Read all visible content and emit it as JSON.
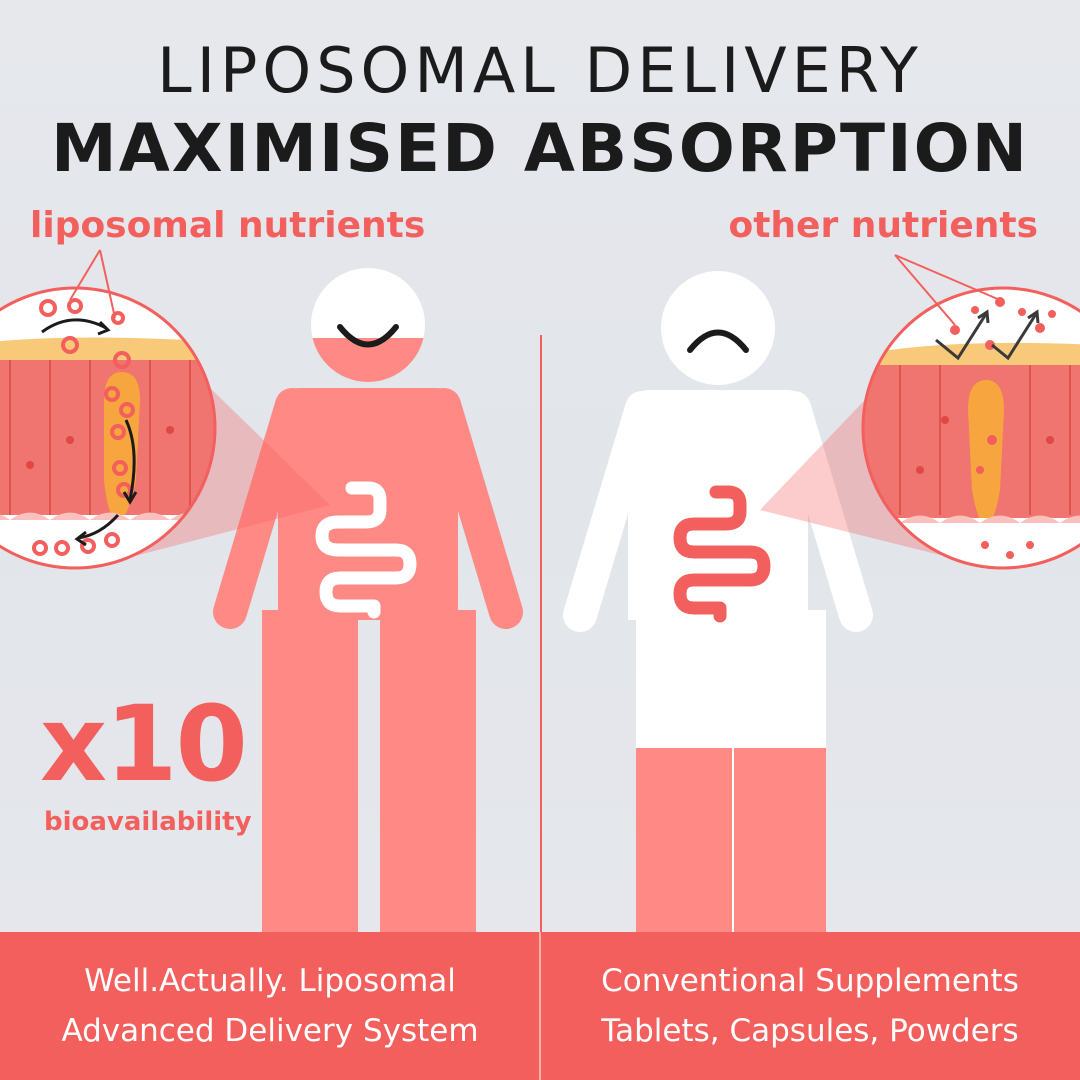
{
  "title": {
    "line1": "LIPOSOMAL DELIVERY",
    "line2": "MAXIMISED ABSORPTION"
  },
  "left": {
    "label": "liposomal nutrients",
    "stat_value": "x10",
    "stat_label": "bioavailability",
    "footer": [
      "Well.Actually. Liposomal",
      "Advanced Delivery System"
    ]
  },
  "right": {
    "label": "other nutrients",
    "footer": [
      "Conventional Supplements",
      "Tablets, Capsules, Powders"
    ]
  },
  "colors": {
    "accent": "#f25f5c",
    "body_light": "#ff8a85",
    "white": "#ffffff",
    "background": "#e4e6ea",
    "cell_yellow": "#f9c97a",
    "villus_orange": "#f7a53e",
    "text_dark": "#1b1b1b"
  },
  "icons": {
    "happy_face": "smile-icon",
    "sad_face": "frown-icon",
    "intestine": "intestine-icon"
  },
  "absorption_fill": {
    "left_figure": 0.85,
    "right_figure": 0.25
  }
}
